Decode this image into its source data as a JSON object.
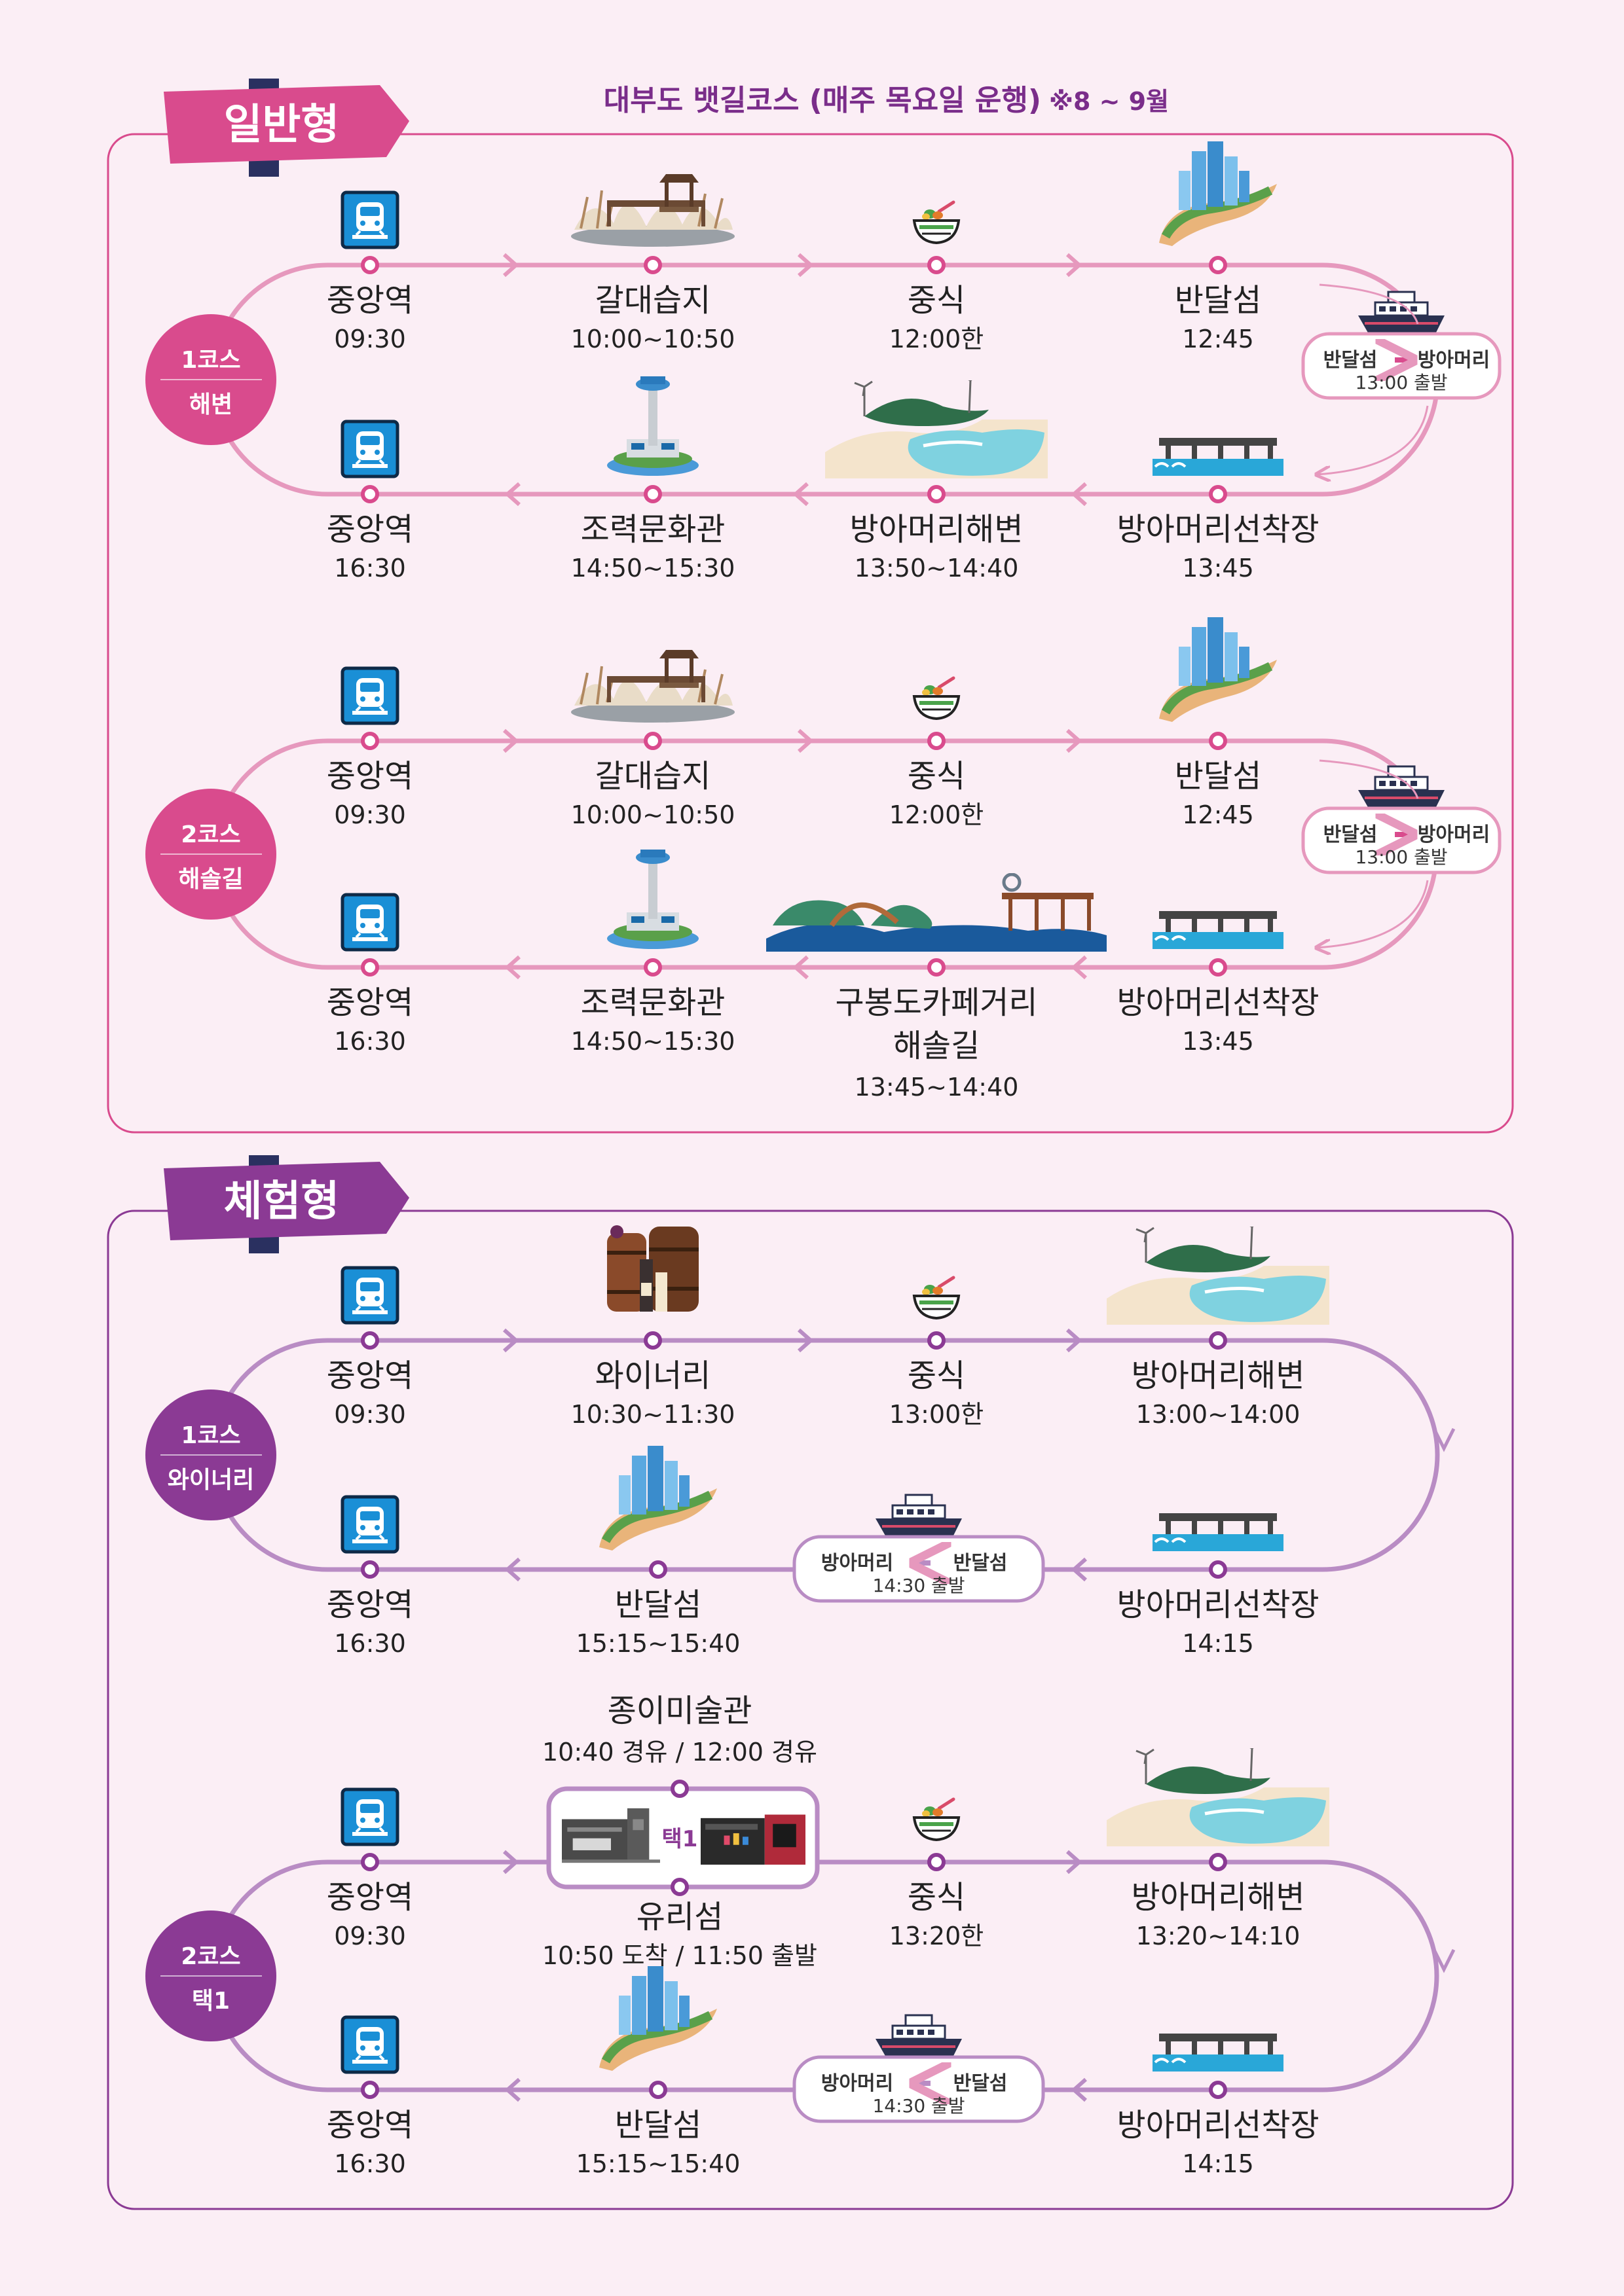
{
  "header": {
    "title": "대부도 뱃길코스 (매주 목요일 운행)",
    "note": "※8 ~ 9월"
  },
  "colors": {
    "pink": "#d94b8d",
    "pink_line": "#e698bd",
    "purple": "#8b3a94",
    "purple_line": "#b98cc4",
    "background": "#fbeef5"
  },
  "sections": [
    {
      "label": "일반형",
      "courses": [
        {
          "badge_line1": "1코스",
          "badge_line2": "해변",
          "top": [
            {
              "name": "중앙역",
              "time": "09:30",
              "icon": "subway-icon"
            },
            {
              "name": "갈대습지",
              "time": "10:00~10:50",
              "icon": "wetland-icon"
            },
            {
              "name": "중식",
              "time": "12:00한",
              "icon": "lunch-icon"
            },
            {
              "name": "반달섬",
              "time": "12:45",
              "icon": "city-island-icon"
            }
          ],
          "bottom": [
            {
              "name": "중앙역",
              "time": "16:30",
              "icon": "subway-icon"
            },
            {
              "name": "조력문화관",
              "time": "14:50~15:30",
              "icon": "tower-icon"
            },
            {
              "name": "방아머리해변",
              "time": "13:50~14:40",
              "icon": "beach-icon"
            },
            {
              "name": "방아머리선착장",
              "time": "13:45",
              "icon": "pier-icon"
            }
          ],
          "ferry": {
            "from": "반달섬",
            "to": "방아머리",
            "depart": "13:00 출발"
          }
        },
        {
          "badge_line1": "2코스",
          "badge_line2": "해솔길",
          "top": [
            {
              "name": "중앙역",
              "time": "09:30",
              "icon": "subway-icon"
            },
            {
              "name": "갈대습지",
              "time": "10:00~10:50",
              "icon": "wetland-icon"
            },
            {
              "name": "중식",
              "time": "12:00한",
              "icon": "lunch-icon"
            },
            {
              "name": "반달섬",
              "time": "12:45",
              "icon": "city-island-icon"
            }
          ],
          "bottom": [
            {
              "name": "중앙역",
              "time": "16:30",
              "icon": "subway-icon"
            },
            {
              "name": "조력문화관",
              "time": "14:50~15:30",
              "icon": "tower-icon"
            },
            {
              "name": "구봉도카페거리",
              "name2": "해솔길",
              "time": "13:45~14:40",
              "icon": "bridge-icon"
            },
            {
              "name": "방아머리선착장",
              "time": "13:45",
              "icon": "pier-icon"
            }
          ],
          "ferry": {
            "from": "반달섬",
            "to": "방아머리",
            "depart": "13:00 출발"
          }
        }
      ]
    },
    {
      "label": "체험형",
      "courses": [
        {
          "badge_line1": "1코스",
          "badge_line2": "와이너리",
          "top": [
            {
              "name": "중앙역",
              "time": "09:30",
              "icon": "subway-icon"
            },
            {
              "name": "와이너리",
              "time": "10:30~11:30",
              "icon": "winery-icon"
            },
            {
              "name": "중식",
              "time": "13:00한",
              "icon": "lunch-icon"
            },
            {
              "name": "방아머리해변",
              "time": "13:00~14:00",
              "icon": "beach-icon"
            }
          ],
          "bottom": [
            {
              "name": "중앙역",
              "time": "16:30",
              "icon": "subway-icon"
            },
            {
              "name": "반달섬",
              "time": "15:15~15:40",
              "icon": "city-island-icon"
            },
            {
              "name": "방아머리선착장",
              "time": "14:15",
              "icon": "pier-icon"
            }
          ],
          "ferry": {
            "from": "방아머리",
            "to": "반달섬",
            "depart": "14:30 출발"
          }
        },
        {
          "badge_line1": "2코스",
          "badge_line2": "택1",
          "top": [
            {
              "name": "중앙역",
              "time": "09:30",
              "icon": "subway-icon"
            },
            {
              "name": "중식",
              "time": "13:20한",
              "icon": "lunch-icon"
            },
            {
              "name": "방아머리해변",
              "time": "13:20~14:10",
              "icon": "beach-icon"
            }
          ],
          "choice": {
            "label": "택1",
            "upper_name": "종이미술관",
            "upper_time": "10:40 경유 / 12:00 경유",
            "lower_name": "유리섬",
            "lower_time": "10:50 도착 / 11:50 출발"
          },
          "bottom": [
            {
              "name": "중앙역",
              "time": "16:30",
              "icon": "subway-icon"
            },
            {
              "name": "반달섬",
              "time": "15:15~15:40",
              "icon": "city-island-icon"
            },
            {
              "name": "방아머리선착장",
              "time": "14:15",
              "icon": "pier-icon"
            }
          ],
          "ferry": {
            "from": "방아머리",
            "to": "반달섬",
            "depart": "14:30 출발"
          }
        }
      ]
    }
  ]
}
